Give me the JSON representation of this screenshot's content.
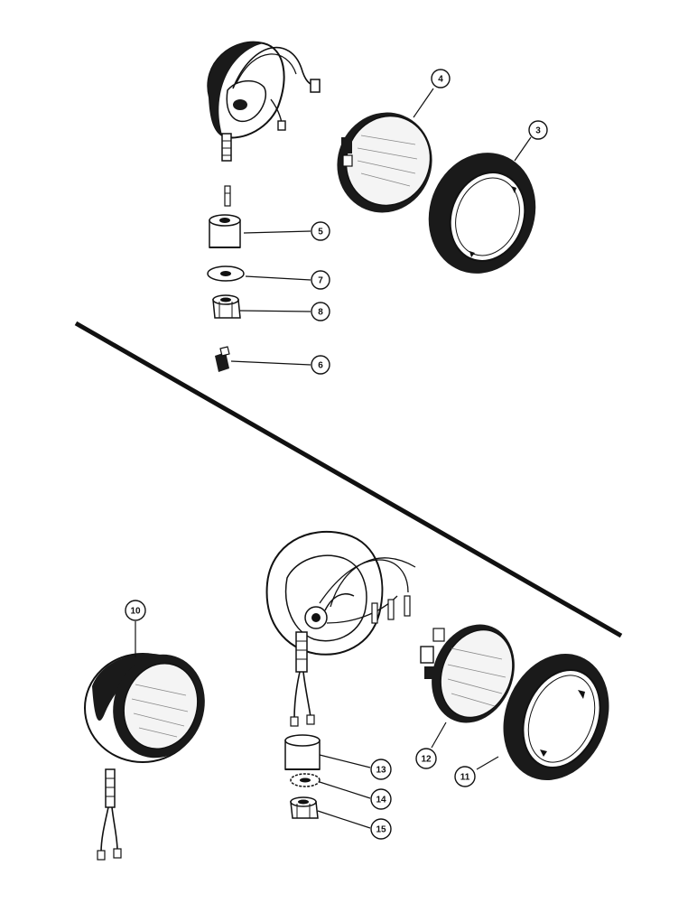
{
  "callouts": [
    {
      "id": "c4",
      "label": "4"
    },
    {
      "id": "c3",
      "label": "3"
    },
    {
      "id": "c5",
      "label": "5"
    },
    {
      "id": "c7",
      "label": "7"
    },
    {
      "id": "c8",
      "label": "8"
    },
    {
      "id": "c6",
      "label": "6"
    },
    {
      "id": "c10",
      "label": "10"
    },
    {
      "id": "c13",
      "label": "13"
    },
    {
      "id": "c14",
      "label": "14"
    },
    {
      "id": "c15",
      "label": "15"
    },
    {
      "id": "c12",
      "label": "12"
    },
    {
      "id": "c11",
      "label": "11"
    }
  ],
  "colors": {
    "ink": "#111111",
    "paper": "#ffffff",
    "shade": "#1a1a1a",
    "lens": "#f4f4f4"
  }
}
